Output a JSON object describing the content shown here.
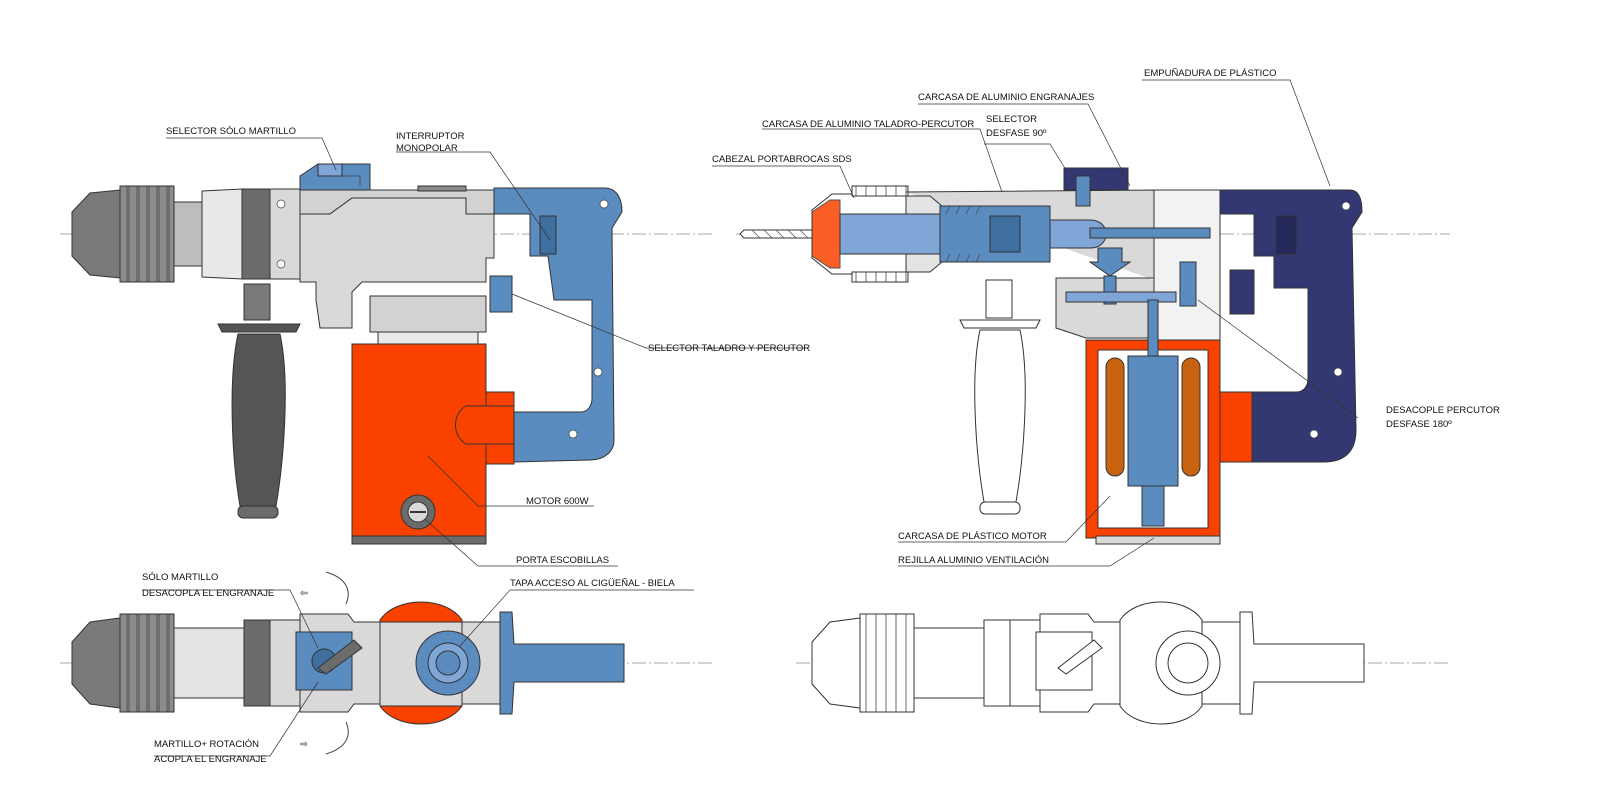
{
  "colors": {
    "gray_body": "#d9d9d9",
    "gray_light": "#e6e6e6",
    "gray_dark": "#6b6b6b",
    "blue_handle": "#5a8cc0",
    "blue_light": "#7fa6d6",
    "navy_handle": "#333873",
    "orange_motor": "#fa4200",
    "copper_coil": "#c8620f"
  },
  "labels": {
    "selector_solo_martillo": "SELECTOR SÓLO MARTILLO",
    "interruptor_1": "INTERRUPTOR",
    "interruptor_2": "MONOPOLAR",
    "selector_taladro": "SELECTOR TALADRO Y PERCUTOR",
    "motor": "MOTOR 600W",
    "porta_escobillas": "PORTA ESCOBILLAS",
    "empunadura": "EMPUÑADURA DE PLÁSTICO",
    "carcasa_engranajes": "CARCASA DE ALUMINIO ENGRANAJES",
    "carcasa_taladro": "CARCASA DE ALUMINIO TALADRO-PERCUTOR",
    "selector_90_1": "SELECTOR",
    "selector_90_2": "DESFASE 90º",
    "cabezal": "CABEZAL  PORTABROCAS SDS",
    "desacople_1": "DESACOPLE PERCUTOR",
    "desacople_2": "DESFASE 180º",
    "carcasa_plastico": "CARCASA DE PLÁSTICO MOTOR",
    "rejilla": "REJILLA ALUMINIO VENTILACIÓN",
    "solo_martillo": "SÓLO MARTILLO",
    "desacopla": "DESACOPLA EL ENGRANAJE",
    "tapa_acceso": "TAPA  ACCESO  AL  CIGÜEÑAL - BIELA",
    "martillo_rotacion": "MARTILLO+ ROTACIÓN",
    "acopla": "ACOPLA EL ENGRANAJE"
  }
}
